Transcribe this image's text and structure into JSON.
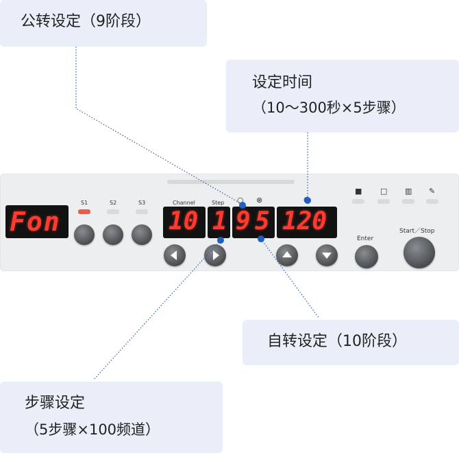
{
  "callouts": {
    "revolution": "公转设定（9阶段）",
    "time_title": "设定时间",
    "time_detail": "（10～300秒×5步骤）",
    "rotation": "自转设定（10阶段）",
    "step_title": "步骤设定",
    "step_detail": "（5步骤×100频道）"
  },
  "panel": {
    "mode_display": "Fon",
    "program_buttons": [
      "S1",
      "S2",
      "S3"
    ],
    "channel_label": "Channel",
    "step_label": "Step",
    "channel_value": "10",
    "step_value": "1",
    "revolution_value": "9",
    "rotation_value": "5",
    "time_value": "120",
    "enter_label": "Enter",
    "start_stop_label": "Start／Stop"
  },
  "colors": {
    "callout_bg": "#e9eef8",
    "panel_bg": "#eceeef",
    "display_red": "#ff3b2f",
    "leader_blue": "#1f5fbf",
    "s1_led_active": "#f05a48"
  }
}
